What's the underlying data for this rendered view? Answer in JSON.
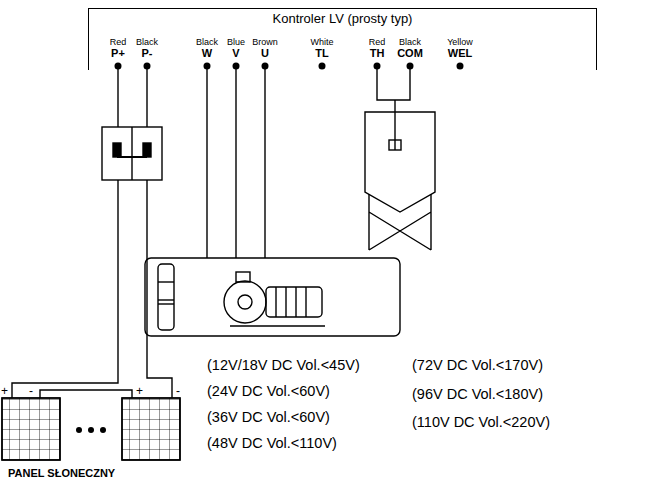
{
  "diagram": {
    "nodes": [
      {
        "text": [
          "Kontroler LV (prosty typ)"
        ]
      }
    ],
    "labels": [
      "Red",
      "Black",
      "Black",
      "Blue",
      "Brown",
      "White",
      "Red",
      "Black",
      "Yellow",
      "P+",
      "P-",
      "W",
      "V",
      "U",
      "TL",
      "TH",
      "COM",
      "WEL",
      "+",
      "-",
      "+",
      "-",
      "PANEL SŁONECZNY",
      "(12V/18V DC Vol.<45V)",
      "(24V DC Vol.<60V)",
      "(36V DC Vol.<60V)",
      "(48V DC Vol.<110V)",
      "(72V DC Vol.<170V)",
      "(96V DC Vol.<180V)",
      "(110V DC Vol.<220V)"
    ]
  }
}
